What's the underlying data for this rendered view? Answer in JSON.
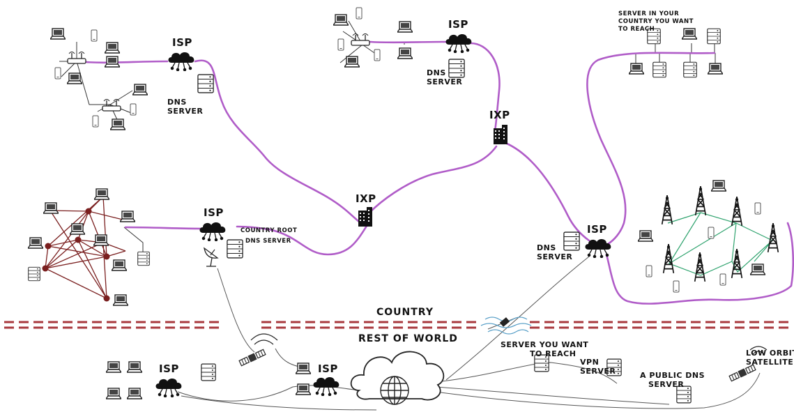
{
  "labels": {
    "isp": "ISP",
    "ixp": "IXP",
    "dns_line1": "DNS",
    "dns_line2": "SERVER",
    "country_root_line1": "COUNTRY ROOT",
    "country_root_line2": "DNS SERVER",
    "server_country_line1": "SERVER IN YOUR",
    "server_country_line2": "COUNTRY YOU WANT",
    "server_country_line3": "TO REACH",
    "country": "COUNTRY",
    "rest_of_world": "REST OF WORLD",
    "server_reach_line1": "SERVER YOU WANT",
    "server_reach_line2": "TO REACH",
    "vpn_line1": "VPN",
    "vpn_line2": "SERVER",
    "public_dns_line1": "A PUBLIC DNS",
    "public_dns_line2": "SERVER",
    "satellite_line1": "LOW ORBIT",
    "satellite_line2": "SATELLITE"
  },
  "colors": {
    "backbone": "#b05cc8",
    "border": "#a8383d",
    "mesh": "#7a1f1f",
    "cellular": "#2fa36e"
  }
}
